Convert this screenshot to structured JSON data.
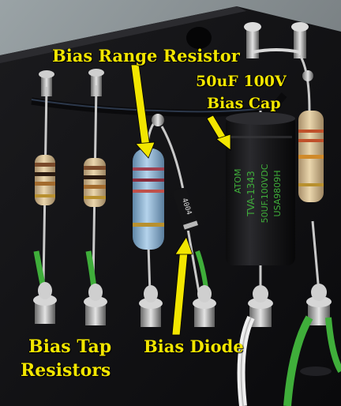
{
  "labels": {
    "bias_range": "Bias Range Resistor",
    "bias_cap_line1": "50uF 100V",
    "bias_cap_line2": "Bias Cap",
    "bias_tap_line1": "Bias Tap",
    "bias_tap_line2": "Resistors",
    "bias_diode": "Bias Diode"
  },
  "capacitor_print": {
    "brand": "ATOM",
    "model": "TVA-1343",
    "rating": "50UF.100VDC",
    "code": "USA9809H"
  },
  "diode_print": "4004",
  "colors": {
    "label": "#f2e600",
    "board": "#121214",
    "capacitor": "#1a1a1c",
    "capacitor_text": "#3fae3a",
    "resistor_body": "#e0c9a0",
    "bias_range_resistor": "#8fb8d8",
    "wire_green": "#3fae3a",
    "wire_white": "#efefef"
  }
}
